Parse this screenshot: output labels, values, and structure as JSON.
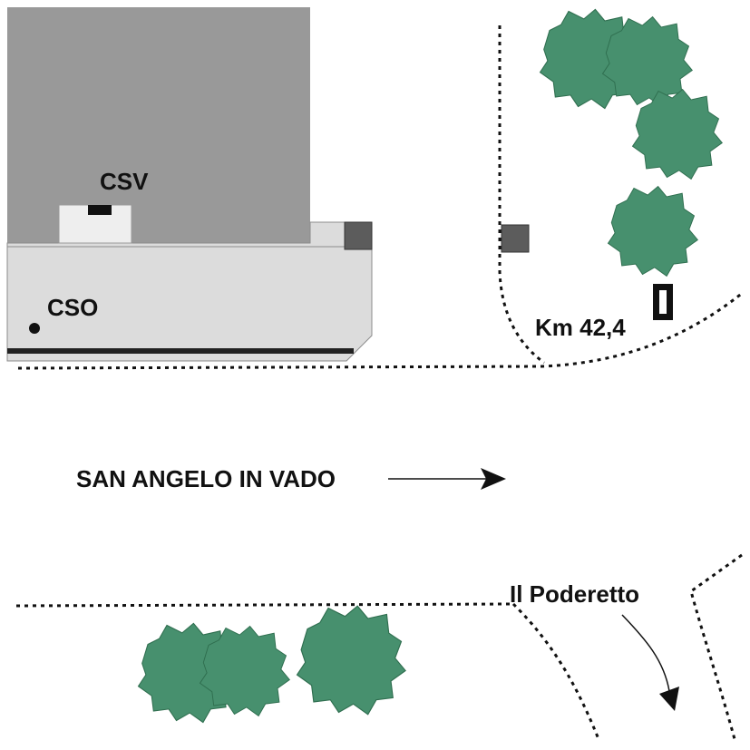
{
  "labels": {
    "csv": "CSV",
    "cso": "CSO",
    "km_marker": "Km 42,4",
    "direction": "SAN ANGELO IN VADO",
    "side_road": "Il  Poderetto"
  },
  "colors": {
    "building_roof": "#999999",
    "building_base": "#dcdcdc",
    "annex": "#eeeeee",
    "post": "#5c5c5c",
    "vegetation": "#47906e",
    "vegetation_detail": "#2f6e4f",
    "road_edge": "#111111",
    "milestone": "#111111"
  },
  "icons": {
    "vegetation": "bush-icon",
    "direction_arrow": "arrow-right-icon",
    "turn_arrow": "curved-arrow-icon",
    "milestone": "milestone-icon",
    "cso_point": "station-dot-icon"
  }
}
